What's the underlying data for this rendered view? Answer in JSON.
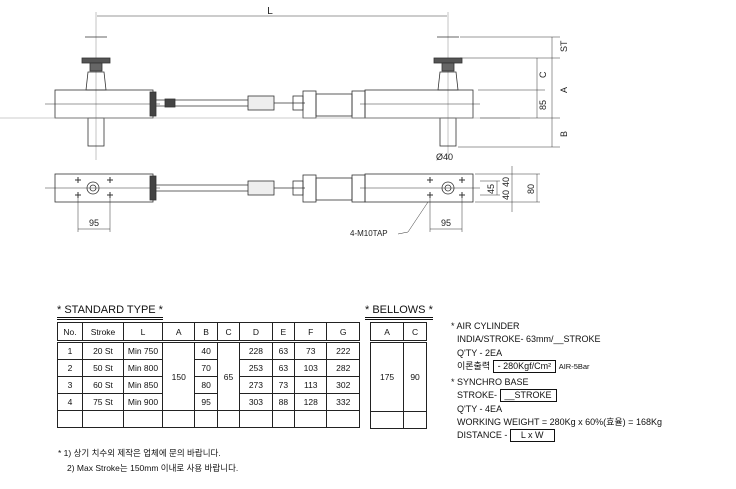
{
  "drawing": {
    "top_view": {
      "dim_L": "L",
      "dim_ST": "ST",
      "dim_C": "C",
      "dim_A": "A",
      "dim_85": "85",
      "dim_B": "B",
      "dim_dia40": "Ø40"
    },
    "plan_view": {
      "dim_95_left": "95",
      "dim_95_right": "95",
      "tap_label": "4-M10TAP",
      "dim_45": "45",
      "dim_40_top": "40",
      "dim_40_bottom": "40",
      "dim_80": "80"
    }
  },
  "standard_type": {
    "title": "* STANDARD TYPE *",
    "headers": [
      "No.",
      "Stroke",
      "L",
      "A",
      "B",
      "C",
      "D",
      "E",
      "F",
      "G"
    ],
    "rows": [
      {
        "no": "1",
        "stroke": "20 St",
        "l": "Min 750",
        "b": "40",
        "d": "228",
        "e": "63",
        "f": "73",
        "g": "222"
      },
      {
        "no": "2",
        "stroke": "50 St",
        "l": "Min 800",
        "b": "70",
        "d": "253",
        "e": "63",
        "f": "103",
        "g": "282"
      },
      {
        "no": "3",
        "stroke": "60 St",
        "l": "Min 850",
        "b": "80",
        "d": "273",
        "e": "73",
        "f": "113",
        "g": "302"
      },
      {
        "no": "4",
        "stroke": "75 St",
        "l": "Min 900",
        "b": "95",
        "d": "303",
        "e": "88",
        "f": "128",
        "g": "332"
      }
    ],
    "merged_A": "150",
    "merged_C": "65"
  },
  "bellows": {
    "title": "* BELLOWS *",
    "headers": [
      "A",
      "C"
    ],
    "A": "175",
    "C": "90"
  },
  "specs": {
    "air_cylinder": {
      "title": "* AIR CYLINDER",
      "line1": "INDIA/STROKE- 63mm/__STROKE",
      "line2": "Q'TY  - 2EA",
      "output_label": "이론출력",
      "output_value": "- 280Kgf/Cm²",
      "output_note": "AIR-5Bar"
    },
    "synchro_base": {
      "title": "* SYNCHRO BASE",
      "stroke_label": "STROKE-",
      "stroke_value": "__STROKE",
      "qty": "Q'TY  - 4EA",
      "working_weight": "WORKING WEIGHT = 280Kg x 60%(효율) = 168Kg",
      "distance_label": "DISTANCE -",
      "distance_value": "L x W"
    }
  },
  "footnotes": {
    "note1": "* 1) 상기 치수외 제작은 업체에 문의 바랍니다.",
    "note2": "2) Max Stroke는 150mm 이내로 사용 바랍니다."
  }
}
